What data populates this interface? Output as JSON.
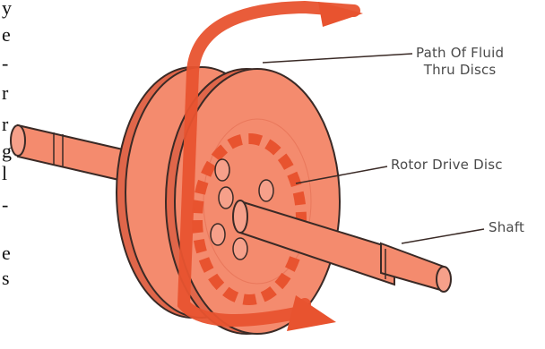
{
  "labels": {
    "path_line1": "Path Of Fluid",
    "path_line2": "Thru Discs",
    "rotor": "Rotor Drive Disc",
    "shaft": "Shaft"
  },
  "edge_text_fragments": [
    "y",
    "e",
    "-",
    "r",
    "r",
    "g",
    "l",
    "-",
    "e",
    "s"
  ],
  "colors": {
    "disc_fill": "#f48b6e",
    "disc_light": "#f6a08a",
    "disc_shadow": "#e0664a",
    "arrow": "#e8532f",
    "outline": "#3a2a26",
    "label_text": "#4a4a4a"
  }
}
